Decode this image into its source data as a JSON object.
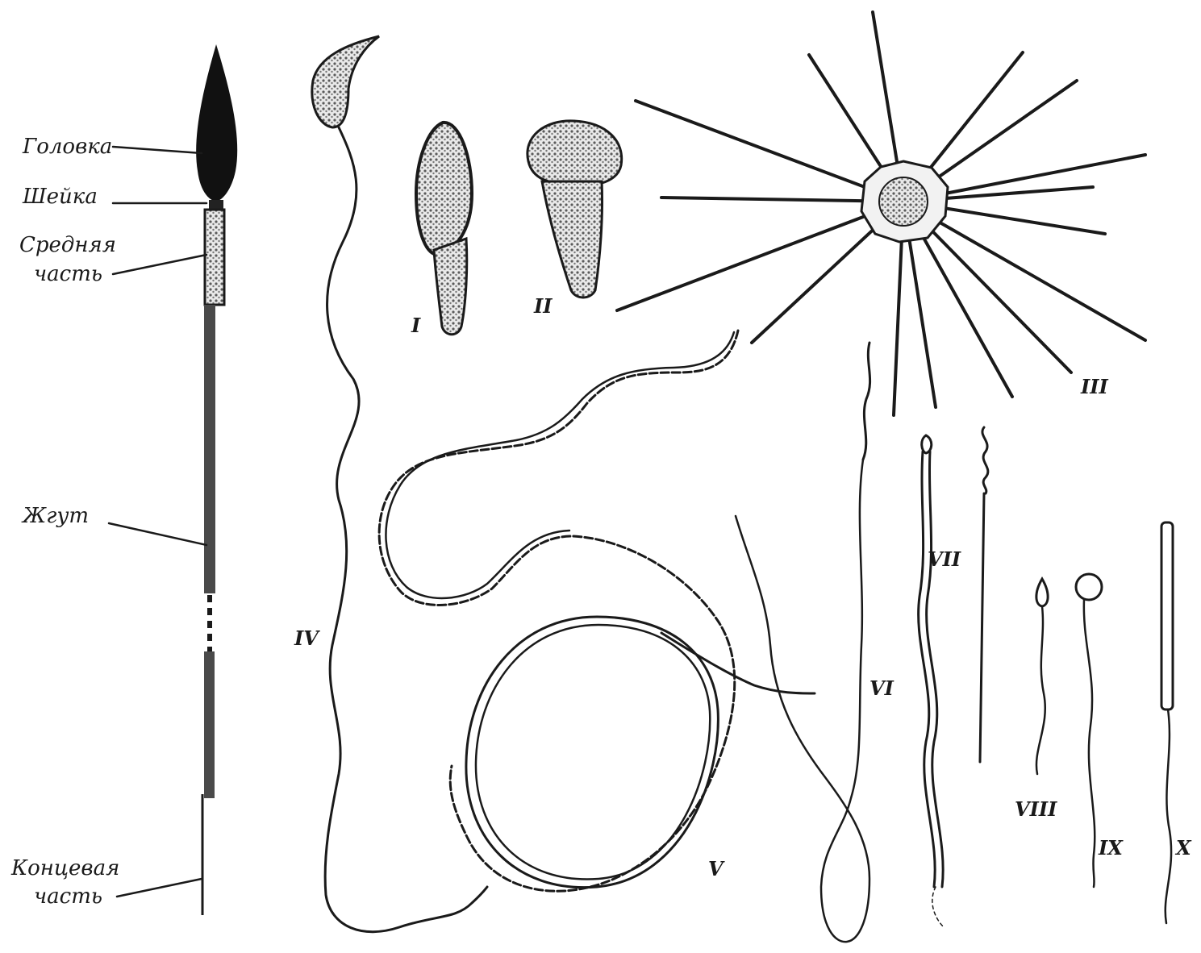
{
  "labels": {
    "head": "Головка",
    "neck": "Шейка",
    "middle_1": "Средняя",
    "middle_2": "часть",
    "flagellum": "Жгут",
    "end_1": "Концевая",
    "end_2": "часть"
  },
  "numerals": {
    "i": "I",
    "ii": "II",
    "iii": "III",
    "iv": "IV",
    "v": "V",
    "vi": "VI",
    "vii": "VII",
    "viii": "VIII",
    "ix": "IX",
    "x": "X"
  },
  "colors": {
    "ink": "#1a1a1a",
    "stipple": "#7a7a7a",
    "background": "#ffffff"
  }
}
